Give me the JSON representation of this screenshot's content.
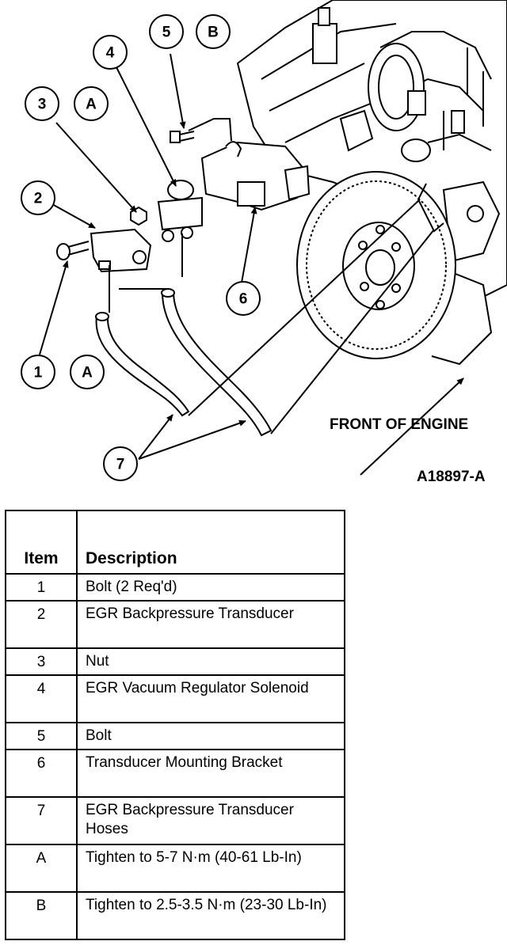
{
  "callouts": {
    "c1": "1",
    "c2": "2",
    "c3": "3",
    "c4": "4",
    "c5": "5",
    "c6": "6",
    "c7": "7",
    "tA1": "A",
    "tA2": "A",
    "tB": "B"
  },
  "diagram_labels": {
    "front_of_engine": "FRONT OF ENGINE",
    "figure_id": "A18897-A"
  },
  "table": {
    "header_item": "Item",
    "header_description": "Description",
    "rows": [
      {
        "item": "1",
        "description": "Bolt (2 Req'd)"
      },
      {
        "item": "2",
        "description": "EGR Backpressure Transducer"
      },
      {
        "item": "3",
        "description": "Nut"
      },
      {
        "item": "4",
        "description": "EGR Vacuum Regulator Solenoid"
      },
      {
        "item": "5",
        "description": "Bolt"
      },
      {
        "item": "6",
        "description": "Transducer Mounting Bracket"
      },
      {
        "item": "7",
        "description": "EGR Backpressure Transducer Hoses"
      },
      {
        "item": "A",
        "description": "Tighten to 5-7 N·m (40-61 Lb-In)"
      },
      {
        "item": "B",
        "description": "Tighten to 2.5-3.5 N·m (23-30 Lb-In)"
      }
    ]
  }
}
